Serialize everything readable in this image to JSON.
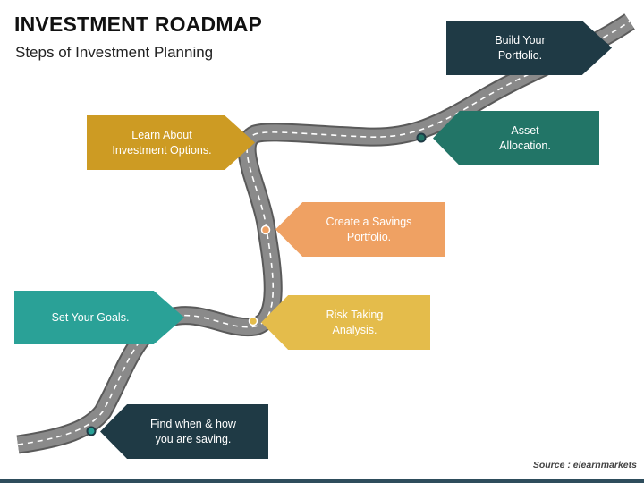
{
  "header": {
    "title": "INVESTMENT ROADMAP",
    "subtitle": "Steps of Investment Planning"
  },
  "steps": {
    "goals": {
      "label": "Set Your Goals.",
      "color": "#2aa197"
    },
    "learn": {
      "label": "Learn About\nInvestment Options.",
      "color": "#cd9b23"
    },
    "build": {
      "label": "Build Your\nPortfolio.",
      "color": "#1f3a45"
    },
    "find": {
      "label": "Find when & how\nyou are saving.",
      "color": "#1f3a45"
    },
    "risk": {
      "label": "Risk Taking\nAnalysis.",
      "color": "#e4bc4b"
    },
    "savings": {
      "label": "Create a Savings\nPortfolio.",
      "color": "#efa163"
    },
    "asset": {
      "label": "Asset\nAllocation.",
      "color": "#227567"
    }
  },
  "road": {
    "asphalt_color": "#8a8a8a",
    "lane_color": "#ffffff"
  },
  "footer": {
    "source": "Source : elearnmarkets"
  }
}
